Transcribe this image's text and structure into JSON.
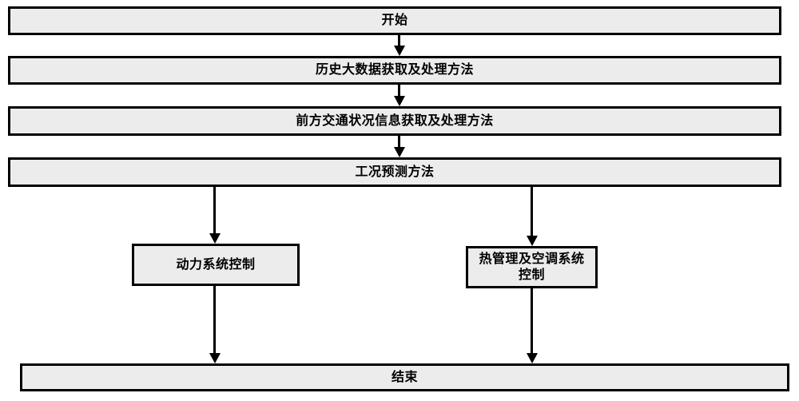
{
  "diagram": {
    "type": "flowchart",
    "orientation": "top-to-bottom",
    "title_text": "",
    "background_color": "#ffffff",
    "node_fill_color": "#ececec",
    "node_border_color": "#000000",
    "connector_color": "#000000",
    "nodes": [
      {
        "id": "start",
        "label": "开始",
        "shape": "rectangle"
      },
      {
        "id": "history",
        "label": "历史大数据获取及处理方法",
        "shape": "rectangle"
      },
      {
        "id": "traffic",
        "label": "前方交通状况信息获取及处理方法",
        "shape": "rectangle"
      },
      {
        "id": "predict",
        "label": "工况预测方法",
        "shape": "rectangle"
      },
      {
        "id": "powertrain",
        "label": "动力系统控制",
        "shape": "rectangle"
      },
      {
        "id": "thermal",
        "label": "热管理及空调系统\n控制",
        "shape": "rectangle"
      },
      {
        "id": "end",
        "label": "结束",
        "shape": "rectangle"
      }
    ],
    "edges": [
      {
        "from": "start",
        "to": "history",
        "label": "",
        "arrow": "down"
      },
      {
        "from": "history",
        "to": "traffic",
        "label": "",
        "arrow": "down"
      },
      {
        "from": "traffic",
        "to": "predict",
        "label": "",
        "arrow": "down"
      },
      {
        "from": "predict",
        "to": "powertrain",
        "label": "",
        "arrow": "down"
      },
      {
        "from": "predict",
        "to": "thermal",
        "label": "",
        "arrow": "down"
      },
      {
        "from": "powertrain",
        "to": "end",
        "label": "",
        "arrow": "down"
      },
      {
        "from": "thermal",
        "to": "end",
        "label": "",
        "arrow": "down"
      }
    ]
  }
}
